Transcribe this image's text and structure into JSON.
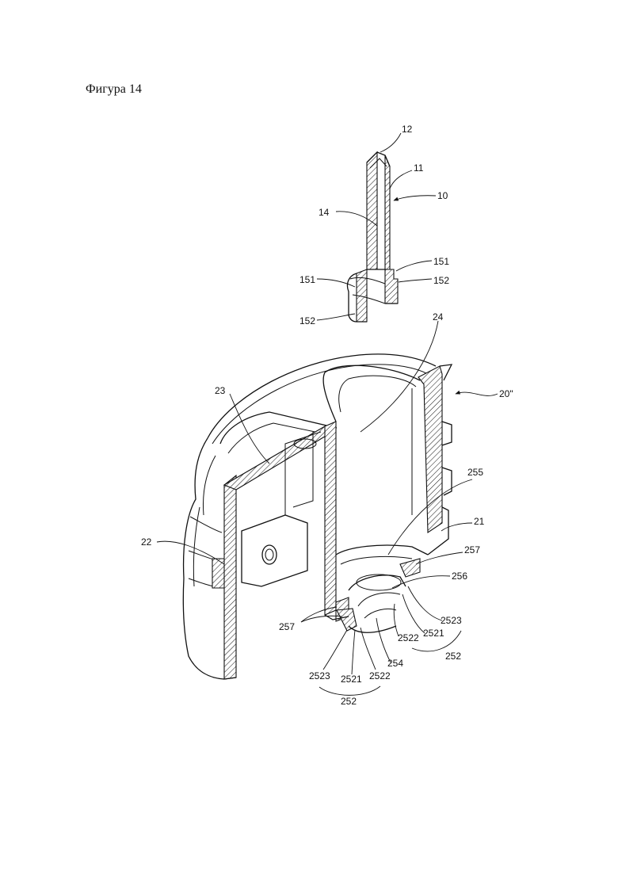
{
  "figure": {
    "title": "Фигура 14"
  },
  "labels": {
    "l12": "12",
    "l11": "11",
    "l10": "10",
    "l14": "14",
    "l151_right": "151",
    "l152_right": "152",
    "l151_left": "151",
    "l152_left": "152",
    "l24": "24",
    "l20": "20\"",
    "l23": "23",
    "l255": "255",
    "l21": "21",
    "l22": "22",
    "l257_right": "257",
    "l256": "256",
    "l257_left": "257",
    "l2523_right": "2523",
    "l2521_right": "2521",
    "l2522_right": "2522",
    "l252_right": "252",
    "l254": "254",
    "l2523_left": "2523",
    "l2521_left": "2521",
    "l2522_left": "2522",
    "l252_left": "252"
  }
}
